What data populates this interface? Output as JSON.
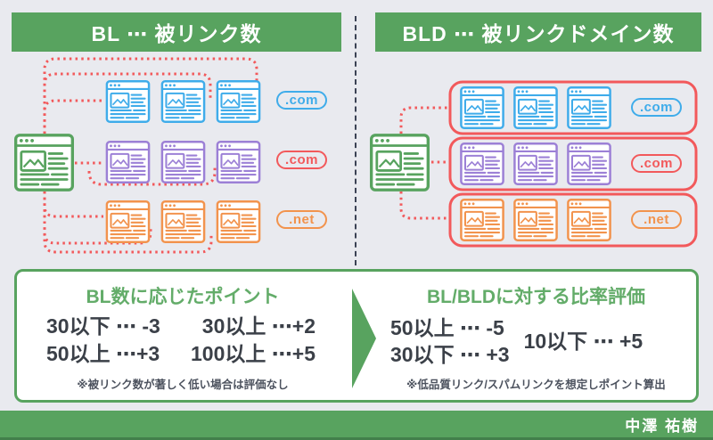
{
  "headers": {
    "left": "BL ⋯ 被リンク数",
    "right": "BLD ⋯ 被リンクドメイン数"
  },
  "diagram_left": {
    "rows": [
      {
        "tld": ".com"
      },
      {
        "tld": ".com"
      },
      {
        "tld": ".net"
      }
    ]
  },
  "diagram_right": {
    "rows": [
      {
        "tld": ".com"
      },
      {
        "tld": ".com"
      },
      {
        "tld": ".net"
      }
    ]
  },
  "panel_left": {
    "title": "BL数に応じたポイント",
    "rows": [
      [
        "30以下 ⋯ -3",
        "30以上 ⋯+2"
      ],
      [
        "50以上 ⋯+3",
        "100以上 ⋯+5"
      ]
    ],
    "note": "※被リンク数が著しく低い場合は評価なし"
  },
  "panel_right": {
    "title": "BL/BLDに対する比率評価",
    "left_rows": [
      "50以上 ⋯  -5",
      "30以下 ⋯ +3"
    ],
    "right_row": "10以下 ⋯ +5",
    "note": "※低品質リンク/スパムリンクを想定しポイント算出"
  },
  "footer": {
    "author": "中澤 祐樹"
  },
  "icons": {
    "browser_window": "browser-window-icon",
    "right_arrow": "arrow-right-icon"
  },
  "colors": {
    "green": "#58A35F",
    "green_title": "#63AC69",
    "red": "#F2595B",
    "blue": "#3FACEA",
    "purple": "#9C80D6",
    "orange": "#F2934D",
    "background": "#E9EAEF",
    "text_dark": "#3B4048"
  }
}
